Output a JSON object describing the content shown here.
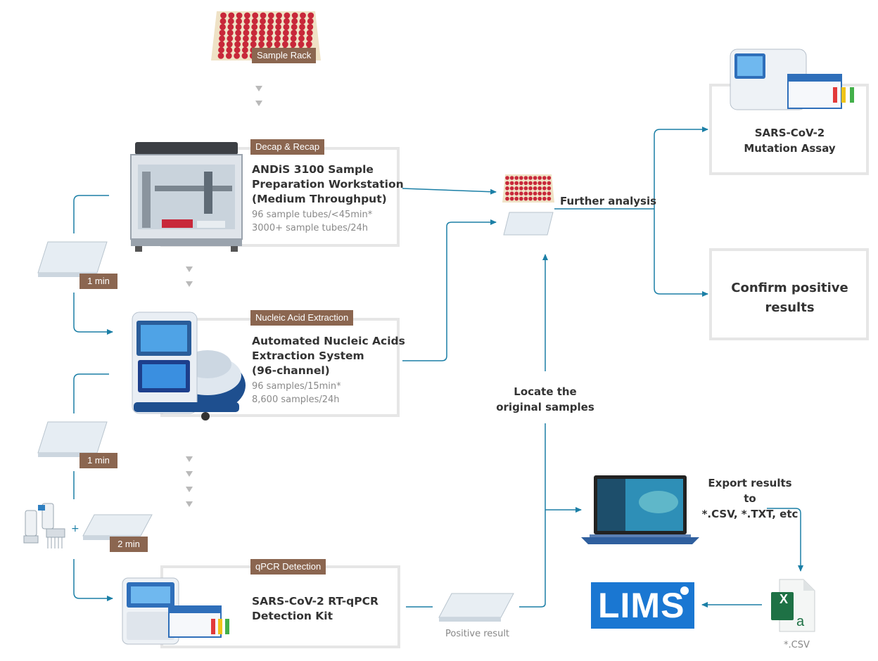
{
  "steps": {
    "sample_rack": {
      "tag": "Sample Rack"
    },
    "decap": {
      "tag": "Decap & Recap",
      "title": [
        "ANDiS 3100  Sample",
        "Preparation Workstation",
        "(Medium Throughput)"
      ],
      "specs": [
        "96 sample tubes/<45min*",
        "3000+ sample tubes/24h"
      ]
    },
    "extraction": {
      "tag": "Nucleic Acid Extraction",
      "title": [
        "Automated Nucleic Acids",
        "Extraction System",
        "(96-channel)"
      ],
      "specs": [
        "96 samples/15min*",
        "8,600 samples/24h"
      ]
    },
    "qpcr": {
      "tag": "qPCR Detection",
      "title": [
        "SARS-CoV-2 RT-qPCR",
        "Detection Kit"
      ]
    }
  },
  "transfers": {
    "t1": "1 min",
    "t2": "1 min",
    "t3": "2 min"
  },
  "plus_sign": "+",
  "labels": {
    "further_analysis": "Further analysis",
    "locate": [
      "Locate the",
      "original samples"
    ],
    "export": [
      "Export results to",
      "*.CSV, *.TXT, etc"
    ],
    "positive_result": "Positive result",
    "csv": "*.CSV"
  },
  "outcomes": {
    "mutation": [
      "SARS-CoV-2",
      "Mutation Assay"
    ],
    "confirm": [
      "Confirm positive",
      "results"
    ]
  },
  "lims": {
    "logo_text": "LIMS",
    "spreadsheet_letter": "X"
  },
  "colors": {
    "arrow": "#1b7fa6",
    "tag": "#8b6650",
    "box_border": "#e6e6e6",
    "rack_cap": "#c8283a"
  }
}
